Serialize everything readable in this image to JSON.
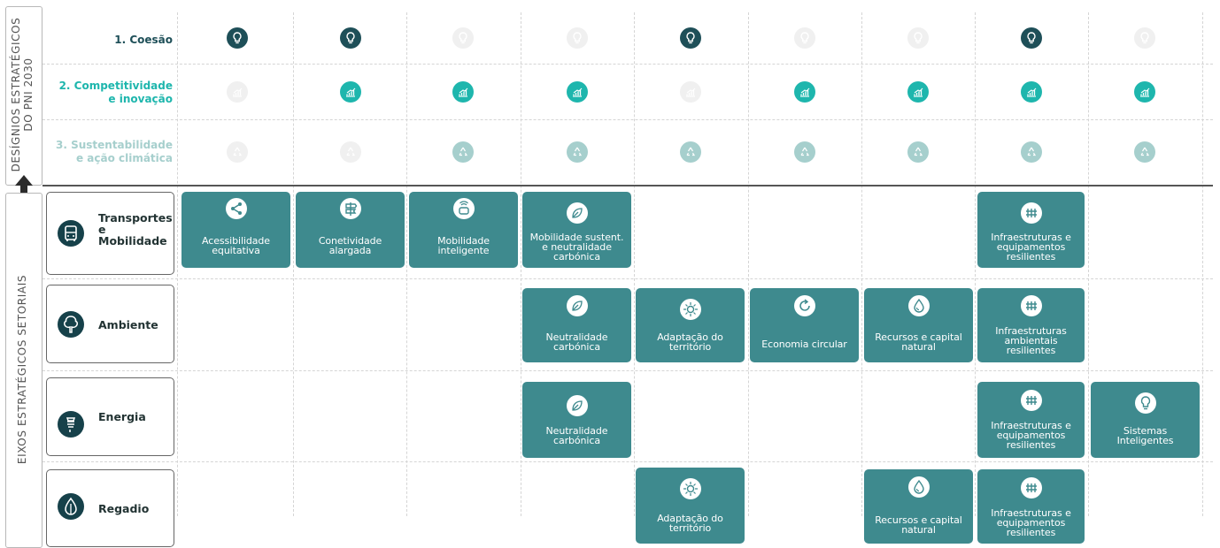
{
  "sidebar": {
    "top_line1": "DESÍGNIOS ESTRATÉGICOS",
    "top_line2": "DO PNI 2030",
    "bottom_label": "EIXOS ESTRATÉGICOS SETORIAIS"
  },
  "designios": [
    {
      "label_l1": "1. Coesão",
      "label_l2": "",
      "color": "#1e4f58",
      "icon": "lightbulb-icon",
      "active": [
        true,
        true,
        false,
        false,
        true,
        false,
        false,
        true,
        false
      ]
    },
    {
      "label_l1": "2. Competitividade",
      "label_l2": "e inovação",
      "color": "#1eb6ad",
      "icon": "growth-chart-icon",
      "active": [
        false,
        true,
        true,
        true,
        false,
        true,
        true,
        true,
        true
      ]
    },
    {
      "label_l1": "3. Sustentabilidade",
      "label_l2": "e ação climática",
      "color": "#a6cfcd",
      "icon": "recycle-icon",
      "active": [
        false,
        false,
        true,
        true,
        true,
        true,
        true,
        true,
        true
      ]
    }
  ],
  "colors": {
    "inactive_icon": "#f0f0f0",
    "card": "#3e8a8e",
    "axis_icon": "#16414a"
  },
  "eixos": [
    {
      "l1": "Transportes",
      "l2": "e",
      "l3": "Mobilidade",
      "icon": "bus-icon"
    },
    {
      "l1": "Ambiente",
      "l2": "",
      "l3": "",
      "icon": "tree-icon"
    },
    {
      "l1": "Energia",
      "l2": "",
      "l3": "",
      "icon": "energy-icon"
    },
    {
      "l1": "Regadio",
      "l2": "",
      "l3": "",
      "icon": "water-leaf-icon"
    }
  ],
  "cards": {
    "acessibilidade": {
      "l1": "Acessibilidade",
      "l2": "equitativa",
      "l3": "",
      "icon": "share-icon"
    },
    "conetividade": {
      "l1": "Conetividade",
      "l2": "alargada",
      "l3": "",
      "icon": "signpost-icon"
    },
    "mobilidade_int": {
      "l1": "Mobilidade",
      "l2": "inteligente",
      "l3": "",
      "icon": "smart-car-icon"
    },
    "mob_sustent": {
      "l1": "Mobilidade sustent.",
      "l2": "e neutralidade",
      "l3": "carbónica",
      "icon": "leaf-icon"
    },
    "infra_equip_t": {
      "l1": "Infraestruturas e",
      "l2": "equipamentos",
      "l3": "resilientes",
      "icon": "fence-icon"
    },
    "neutral_a": {
      "l1": "Neutralidade",
      "l2": "carbónica",
      "l3": "",
      "icon": "leaf-icon"
    },
    "adapt_a": {
      "l1": "Adaptação do",
      "l2": "território",
      "l3": "",
      "icon": "sun-eye-icon"
    },
    "economia": {
      "l1": "Economia circular",
      "l2": "",
      "l3": "",
      "icon": "circular-arrow-icon"
    },
    "recursos_a": {
      "l1": "Recursos e capital",
      "l2": "natural",
      "l3": "",
      "icon": "water-drop-icon"
    },
    "infra_amb": {
      "l1": "Infraestruturas",
      "l2": "ambientais",
      "l3": "resilientes",
      "icon": "fence-icon"
    },
    "neutral_e": {
      "l1": "Neutralidade",
      "l2": "carbónica",
      "l3": "",
      "icon": "leaf-icon"
    },
    "infra_equip_e": {
      "l1": "Infraestruturas e",
      "l2": "equipamentos",
      "l3": "resilientes",
      "icon": "fence-icon"
    },
    "sistemas": {
      "l1": "Sistemas",
      "l2": "Inteligentes",
      "l3": "",
      "icon": "lightbulb-icon"
    },
    "adapt_r": {
      "l1": "Adaptação do",
      "l2": "território",
      "l3": "",
      "icon": "sun-eye-icon"
    },
    "recursos_r": {
      "l1": "Recursos e capital",
      "l2": "natural",
      "l3": "",
      "icon": "water-drop-icon"
    },
    "infra_equip_r": {
      "l1": "Infraestruturas e",
      "l2": "equipamentos",
      "l3": "resilientes",
      "icon": "fence-icon"
    }
  }
}
